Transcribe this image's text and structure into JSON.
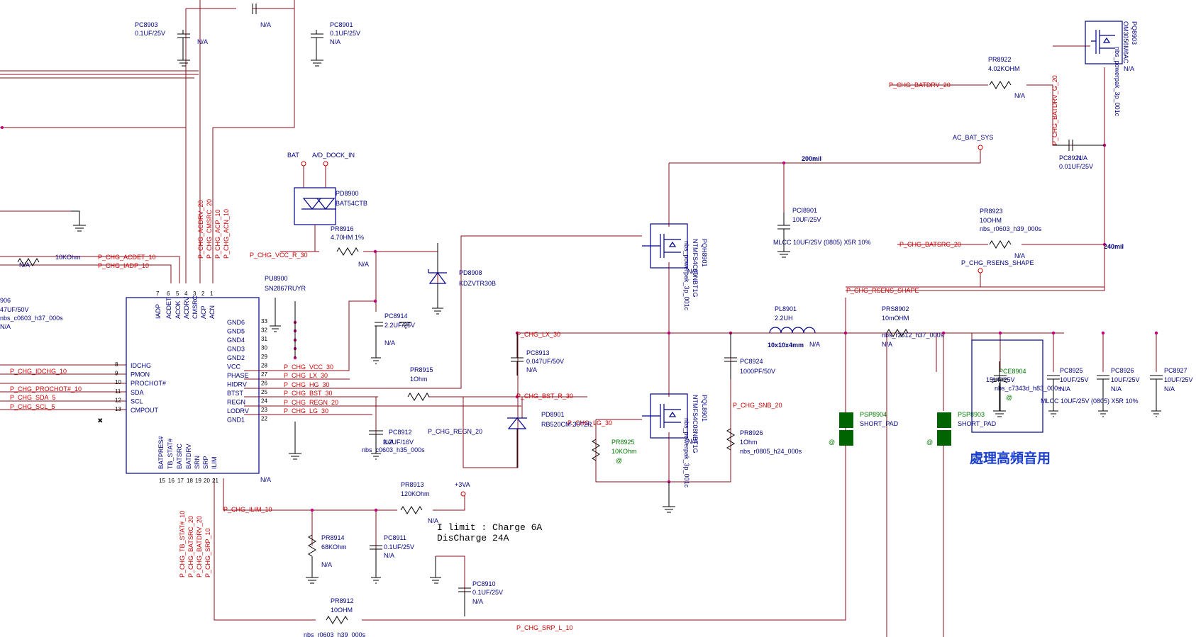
{
  "ic": {
    "ref": "PU8900",
    "part": "SN2867RUYR",
    "left_pins": [
      "IADP",
      "ACDET",
      "ACOK",
      "ACDRV",
      "CMSRC",
      "ACP",
      "ACN"
    ],
    "left_pin_nums": [
      "7",
      "6",
      "5",
      "4",
      "3",
      "2",
      "1"
    ],
    "side_pins": [
      "IDCHG",
      "PMON",
      "PROCHOT#",
      "SDA",
      "SCL",
      "CMPOUT"
    ],
    "side_pin_nums": [
      "8",
      "9",
      "10",
      "11",
      "12",
      "13"
    ],
    "right_pins": [
      "GND6",
      "GND5",
      "GND4",
      "GND3",
      "GND2",
      "VCC",
      "PHASE",
      "HIDRV",
      "BTST",
      "REGN",
      "LODRV",
      "GND1"
    ],
    "right_pin_nums": [
      "33",
      "32",
      "31",
      "30",
      "29",
      "28",
      "27",
      "26",
      "25",
      "24",
      "23",
      "22"
    ],
    "bottom_pins": [
      "BATPRES#",
      "TB_STAT#",
      "BATSRC",
      "BATDRV",
      "SRN",
      "SRP",
      "ILIM"
    ],
    "bottom_pin_nums": [
      "15",
      "16",
      "17",
      "18",
      "19",
      "20",
      "21"
    ],
    "na": "N/A"
  },
  "nets": {
    "acdet": "P_CHG_ACDET_10",
    "iadp": "P_CHG_IADP_10",
    "acdrv": "P_CHG_ACDRV_20",
    "cmsrc": "P_CHG_CMSRC_20",
    "acp": "P_CHG_ACP_10",
    "acn": "P_CHG_ACN_10",
    "idchg": "P_CHG_IDCHG_10",
    "prochot": "P_CHG_PROCHOT#_10",
    "sda": "P_CHG_SDA_5",
    "scl": "P_CHG_SCL_5",
    "vcc": "P_CHG_VCC_30",
    "lx": "P_CHG_LX_30",
    "hg": "P_CHG_HG_30",
    "bst": "P_CHG_BST_30",
    "regn": "P_CHG_REGN_20",
    "lg": "P_CHG_LG_30",
    "regn2": "P_CHG_REGN_20",
    "tbstat": "P_CHG_TB_STAT#_10",
    "batsrc": "P_CHG_BATSRC_20",
    "batdrv": "P_CHG_BATDRV_20",
    "srp": "P_CHG_SRP_10",
    "ilim": "P_CHG_ILIM_10",
    "vccr": "P_CHG_VCC_R_30",
    "lx2": "P_CHG_LX_30",
    "bstr": "P_CHG_BST_R_30",
    "lg2": "P_CHG_LG_30",
    "snb": "P_CHG_SNB_20",
    "rsens": "P_CHG_RSENS_SHAPE",
    "batdrv20": "P_CHG_BATDRV_20",
    "batdrvg": "P_CHG_BATDRV_G_20",
    "batsrc2": "P_CHG_BATSRC_20",
    "srpl": "P_CHG_SRP_L_10",
    "bat": "BAT",
    "dock": "A/D_DOCK_IN",
    "acbat": "AC_BAT_SYS",
    "rsens_shape": "P_CHG_RSENS_SHAPE",
    "v3": "+3VA"
  },
  "parts": {
    "pc8903": {
      "ref": "PC8903",
      "val": "0.1UF/25V",
      "na": "N/A"
    },
    "pc8901": {
      "ref": "PC8901",
      "val": "0.1UF/25V",
      "na": "N/A"
    },
    "pd8900": {
      "ref": "PD8900",
      "val": "BAT54CTB"
    },
    "pr8916": {
      "ref": "PR8916",
      "val": "4.70HM 1%",
      "na": "N/A"
    },
    "pd8908": {
      "ref": "PD8908",
      "val": "KDZVTR30B"
    },
    "pc8914": {
      "ref": "PC8914",
      "val": "2.2UF/25V",
      "na": "N/A"
    },
    "pr8915": {
      "ref": "PR8915",
      "val": "1Ohm"
    },
    "pc8913": {
      "ref": "PC8913",
      "val": "0.047UF/50V",
      "na": "N/A"
    },
    "pd8901": {
      "ref": "PD8901",
      "val": "RB520CM-30T2R"
    },
    "pc8912": {
      "ref": "PC8912",
      "val": "2.2UF/16V",
      "foot": "nbs_c0603_h35_000s",
      "na": "N/A"
    },
    "pr8913": {
      "ref": "PR8913",
      "val": "120KOhm",
      "na": "N/A"
    },
    "pr8914": {
      "ref": "PR8914",
      "val": "68KOhm",
      "na": "N/A"
    },
    "pc8911": {
      "ref": "PC8911",
      "val": "0.1UF/25V",
      "na": "N/A"
    },
    "pc8910": {
      "ref": "PC8910",
      "val": "0.1UF/25V",
      "na": "N/A"
    },
    "pr8912": {
      "ref": "PR8912",
      "val": "10OHM",
      "foot": "nbs_r0603_h39_000s",
      "na": "N/A"
    },
    "pq8901": {
      "ref": "PQH8901",
      "part": "NTMFS4C09NBT1G",
      "foot": "nbs_powerpak_3p_001c",
      "na": "N/A"
    },
    "pql8901": {
      "ref": "PQL8901",
      "part": "NTMFS4C08NBT1G",
      "foot": "nbs_powerpak_3p_001c",
      "na": "N/A"
    },
    "pci8901": {
      "ref": "PCI8901",
      "val": "10UF/25V",
      "note": "MLCC 10UF/25V (0805) X5R 10%"
    },
    "pl8901": {
      "ref": "PL8901",
      "val": "2.2UH",
      "size": "10x10x4mm",
      "na": "N/A"
    },
    "pc8924": {
      "ref": "PC8924",
      "val": "1000PF/50V"
    },
    "pr8925": {
      "ref": "PR8925",
      "val": "10KOhm",
      "at": "@"
    },
    "pr8926": {
      "ref": "PR8926",
      "val": "1Ohm",
      "foot": "nbs_r0805_h24_000s"
    },
    "prs8902": {
      "ref": "PRS8902",
      "val": "10mOHM",
      "foot": "nbs_r2512_h37_000s",
      "na": "N/A"
    },
    "psp8904": {
      "ref": "PSP8904",
      "val": "SHORT_PAD",
      "at": "@"
    },
    "psp8903": {
      "ref": "PSP8903",
      "val": "SHORT_PAD",
      "at": "@"
    },
    "pce8904": {
      "ref": "PCE8904",
      "val": "15UF/25V",
      "foot": "nbs_c7343d_h83_000s",
      "at": "@"
    },
    "pc8925": {
      "ref": "PC8925",
      "val": "10UF/25V",
      "na": "N/A"
    },
    "pc8926": {
      "ref": "PC8926",
      "val": "10UF/25V",
      "na": "N/A"
    },
    "pc8927": {
      "ref": "PC8927",
      "val": "10UF/25V",
      "na": "N/A"
    },
    "mlcc_row": "MLCC 10UF/25V (0805) X5R 10%",
    "pr8922": {
      "ref": "PR8922",
      "val": "4.02KOHM",
      "na": "N/A"
    },
    "pr8923": {
      "ref": "PR8923",
      "val": "10OHM",
      "foot": "nbs_r0603_h39_000s",
      "na": "N/A"
    },
    "pq8903": {
      "ref": "PQ8903",
      "part": "OM3056M6AC",
      "foot": "nbs_powerpak_3p_001c",
      "na": "N/A"
    },
    "pc8921": {
      "ref": "PC8921",
      "val": "0.01UF/25V",
      "na": "N/A"
    },
    "left_r": {
      "val": "10KOhm",
      "na": "N/A"
    },
    "left_c": {
      "ref": "906",
      "val": "47UF/50V",
      "foot": "nbs_c0603_h37_000s",
      "na": "N/A"
    }
  },
  "notes": {
    "limit1": "I limit : Charge 6A",
    "limit2": "DisCharge 24A",
    "hf": "處理高頻音用",
    "w200": "200mil",
    "w240": "240mil",
    "tag1": "1",
    "tag2": "2",
    "tag3": "3"
  }
}
